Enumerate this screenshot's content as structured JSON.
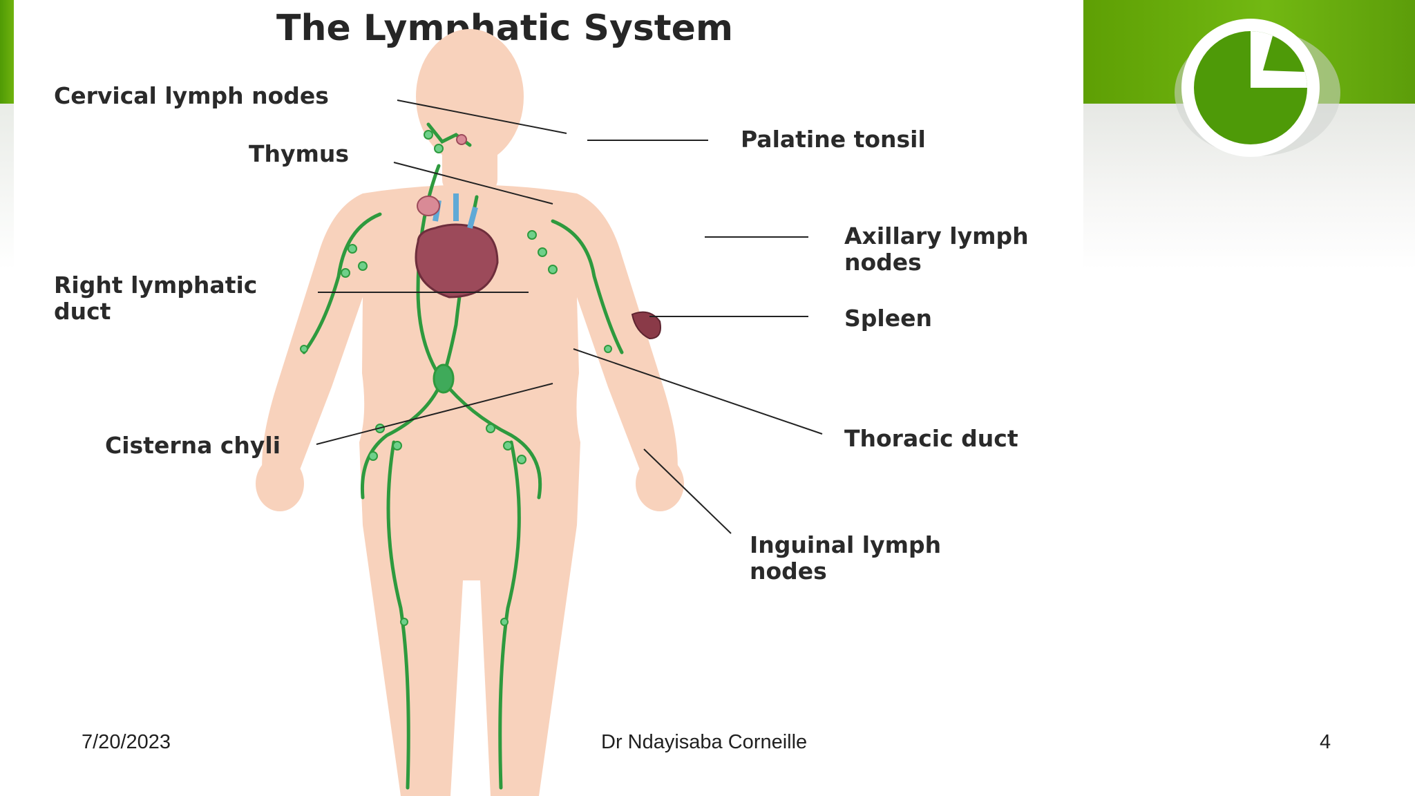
{
  "slide": {
    "title": "The Lymphatic System",
    "footer": {
      "date": "7/20/2023",
      "author": "Dr Ndayisaba Corneille",
      "page_number": "4"
    },
    "colors": {
      "brand_green": "#5e9f04",
      "lymph_green": "#2e9a3e",
      "skin": "#f8d2bc"
    }
  },
  "labels": {
    "cervical": "Cervical lymph nodes",
    "thymus": "Thymus",
    "right_duct_1": "Right lymphatic",
    "right_duct_2": "duct",
    "cisterna": "Cisterna chyli",
    "palatine": "Palatine tonsil",
    "axillary_1": "Axillary lymph",
    "axillary_2": "nodes",
    "spleen": "Spleen",
    "thoracic": "Thoracic duct",
    "inguinal_1": "Inguinal lymph",
    "inguinal_2": "nodes"
  },
  "icons": {
    "logo": "green-pie-logo-icon"
  }
}
